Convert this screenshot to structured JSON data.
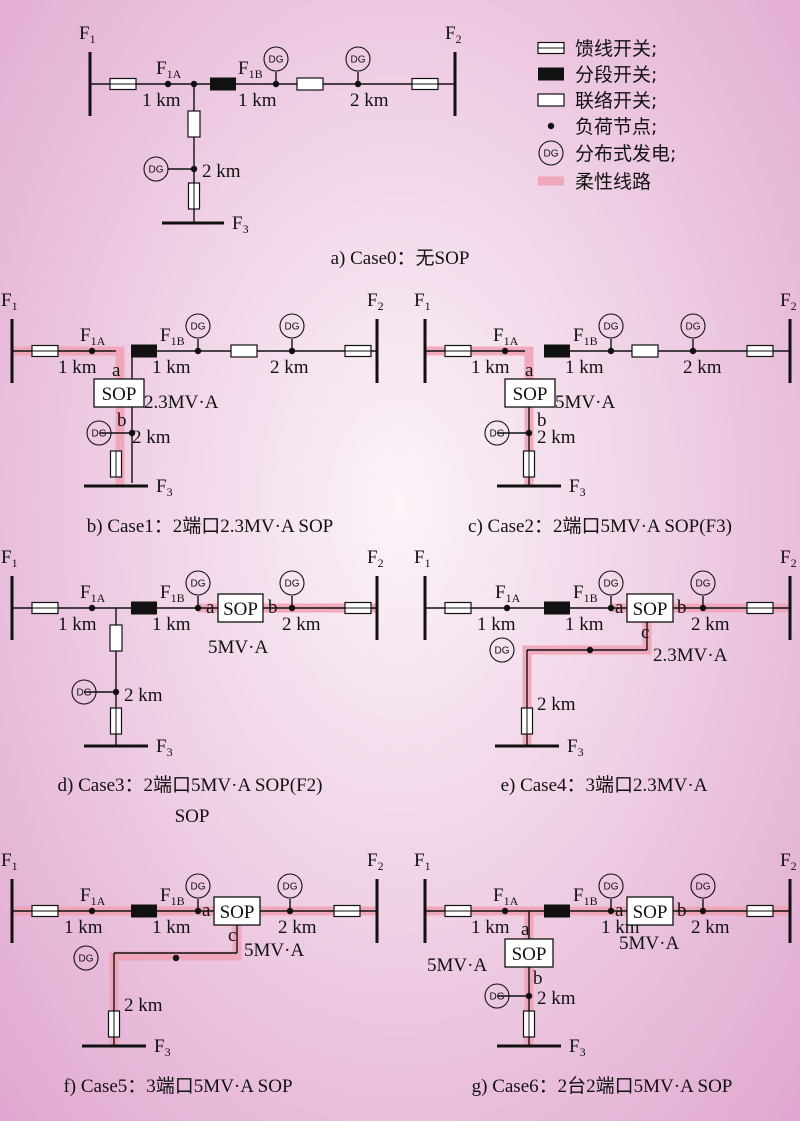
{
  "legend": {
    "feeder_switch": "馈线开关;",
    "section_switch": "分段开关;",
    "tie_switch": "联络开关;",
    "load_node": "负荷节点;",
    "dg": "分布式发电;",
    "flexible_line": "柔性线路"
  },
  "colors": {
    "flexible_line": "#f0a0b4",
    "line": "#111111",
    "section_switch": "#111111"
  },
  "labels": {
    "feeder_prefix": "F",
    "f1": "1",
    "f2": "2",
    "f3": "3",
    "f1a_prefix": "F",
    "f1a_sub": "1A",
    "f1b_prefix": "F",
    "f1b_sub": "1B",
    "dist_1km": "1 km",
    "dist_2km": "2 km",
    "dg": "DG",
    "sop": "SOP",
    "port_a": "a",
    "port_b": "b",
    "port_c": "c",
    "cap_2_3": "2.3MV·A",
    "cap_5": "5MV·A"
  },
  "captions": {
    "a": "a) Case0：无SOP",
    "b": "b) Case1：2端口2.3MV·A SOP",
    "c": "c) Case2：2端口5MV·A SOP(F3)",
    "d_line1": "d) Case3：2端口5MV·A SOP(F2)",
    "d_line2": "SOP",
    "e": "e) Case4：3端口2.3MV·A",
    "f": "f) Case5：3端口5MV·A SOP",
    "g": "g) Case6：2台2端口5MV·A SOP"
  }
}
